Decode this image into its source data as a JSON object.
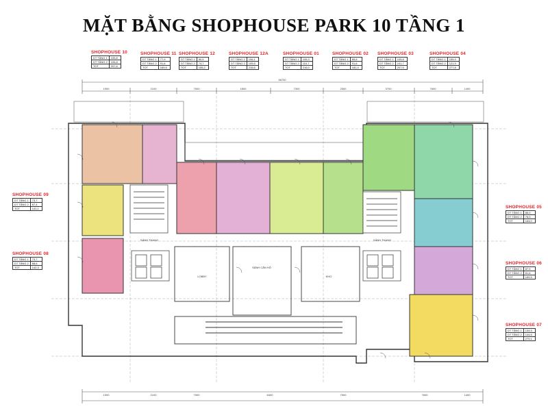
{
  "title": "MẶT BẰNG SHOPHOUSE PARK 10 TẦNG 1",
  "row_labels": {
    "dt_tang1": "DT TẦNG 1",
    "dt_tang2": "DT TẦNG 2",
    "total": "TOT"
  },
  "shophouses": [
    {
      "name": "SHOPHOUSE 10",
      "values": [
        "105,8",
        "106,8"
      ],
      "total": "207,6"
    },
    {
      "name": "SHOPHOUSE 11",
      "values": [
        "77,9",
        "91,6"
      ],
      "total": "169,5"
    },
    {
      "name": "SHOPHOUSE 12",
      "values": [
        "80,5",
        "74,7"
      ],
      "total": "155,2"
    },
    {
      "name": "SHOPHOUSE 12A",
      "values": [
        "106,1",
        "109,5"
      ],
      "total": "215,6"
    },
    {
      "name": "SHOPHOUSE 01",
      "values": [
        "105,3",
        "110,7"
      ],
      "total": "216,0"
    },
    {
      "name": "SHOPHOUSE 02",
      "values": [
        "89,8",
        "91,6"
      ],
      "total": "181,4"
    },
    {
      "name": "SHOPHOUSE 03",
      "values": [
        "105,8",
        "101,7"
      ],
      "total": "207,5"
    },
    {
      "name": "SHOPHOUSE 04",
      "values": [
        "155,9",
        "121,9"
      ],
      "total": "277,8"
    },
    {
      "name": "SHOPHOUSE 09",
      "values": [
        "73,7",
        "67,4"
      ],
      "total": "141,1"
    },
    {
      "name": "SHOPHOUSE 08",
      "values": [
        "73,7",
        "68,6"
      ],
      "total": "142,3"
    },
    {
      "name": "SHOPHOUSE 05",
      "values": [
        "86,0",
        "78,0"
      ],
      "total": "164,0"
    },
    {
      "name": "SHOPHOUSE 06",
      "values": [
        "87,9",
        "81,6"
      ],
      "total": "169,5"
    },
    {
      "name": "SHOPHOUSE 07",
      "values": [
        "134,5",
        "144,6"
      ],
      "total": "279,1"
    }
  ],
  "room_labels": {
    "lobby": "LOBBY",
    "sanh_can_ho": "SẢNH CĂN HỘ",
    "sanh_thang_left": "SẢNH THANG",
    "sanh_thang_right": "SẢNH THANG",
    "kho": "KHO"
  },
  "dimensions": {
    "top": [
      "1900",
      "2100",
      "7500",
      "1800",
      "7300",
      "2500",
      "3700",
      "7600",
      "1400"
    ],
    "bottom": [
      "1900",
      "2100",
      "7500",
      "8400",
      "7500",
      "7600",
      "1400"
    ],
    "overall": "56700"
  },
  "colors": {
    "sh10": "#ecc2a4",
    "sh11": "#e6b4d0",
    "sh12": "#eca1ad",
    "sh12a": "#e4b1d6",
    "sh01": "#d9ec93",
    "sh02": "#b7e08c",
    "sh03": "#9fd982",
    "sh04": "#8fd6a8",
    "sh09": "#ece37f",
    "sh08": "#e995b0",
    "sh05": "#86cdd2",
    "sh06": "#d4a9d9",
    "sh07": "#f2db60",
    "title": "#111111",
    "legend_name": "#e0262b"
  }
}
